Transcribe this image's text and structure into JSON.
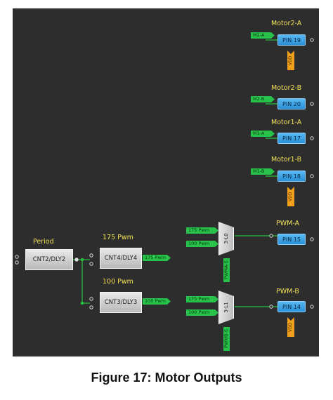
{
  "caption": "Figure 17: Motor Outputs",
  "colors": {
    "canvas": "#2d2d2d",
    "wire": "#27c23f",
    "title": "#f1e05a",
    "pin": "#2a8fd6",
    "vdd": "#f0a01c",
    "tag": "#28c24a"
  },
  "outputs": [
    {
      "title": "Motor2-A",
      "pin": "PIN 19",
      "input_tag": "M2-A",
      "vdd": "VDD"
    },
    {
      "title": "Motor2-B",
      "pin": "PIN 20",
      "input_tag": "M2-B"
    },
    {
      "title": "Motor1-A",
      "pin": "PIN 17",
      "input_tag": "M1-A"
    },
    {
      "title": "Motor1-B",
      "pin": "PIN 18",
      "input_tag": "M1-B",
      "vdd": "VDD"
    },
    {
      "title": "PWM-A",
      "pin": "PIN 15"
    },
    {
      "title": "PWM-B",
      "pin": "PIN 14",
      "vdd": "VDD"
    }
  ],
  "period": {
    "title": "Period",
    "block": "CNT2/DLY2"
  },
  "pwm175": {
    "title": "175 Pwm",
    "block": "CNT4/DLY4",
    "out_tag": "175 Pwm"
  },
  "pwm100": {
    "title": "100 Pwm",
    "block": "CNT3/DLY3",
    "out_tag": "100 Pwm"
  },
  "mux0": {
    "label": "3-L0",
    "in1": "175 Pwm",
    "in2": "100 Pwm",
    "select_tag": "PWMA-S"
  },
  "mux1": {
    "label": "3-L1",
    "in1": "175 Pwm",
    "in2": "100 Pwm",
    "select_tag": "PWMB-S"
  }
}
